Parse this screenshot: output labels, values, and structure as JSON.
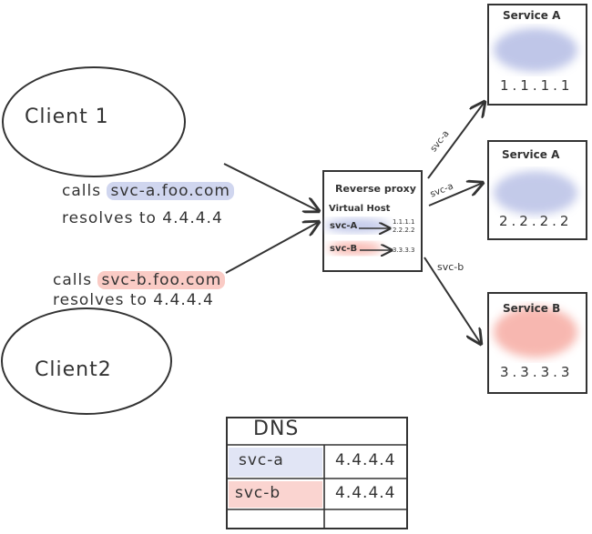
{
  "clients": [
    {
      "label": "Client 1",
      "calls_prefix": "calls",
      "host": "svc-a.foo.com",
      "resolves": "resolves to 4.4.4.4"
    },
    {
      "label": "Client2",
      "calls_prefix": "calls",
      "host": "svc-b.foo.com",
      "resolves": "resolves to 4.4.4.4"
    }
  ],
  "proxy": {
    "title": "Reverse proxy",
    "subtitle": "Virtual Host",
    "route_a": {
      "name": "svc-A",
      "target": "1.1.1.1 2.2.2.2"
    },
    "route_b": {
      "name": "svc-B",
      "target": "3.3.3.3"
    }
  },
  "edges": {
    "to_a1": "svc-a",
    "to_a2": "svc-a",
    "to_b": "svc-b"
  },
  "services": [
    {
      "name": "Service A",
      "ip": "1.1.1.1",
      "color": "#aab4e1"
    },
    {
      "name": "Service A",
      "ip": "2.2.2.2",
      "color": "#aab4e1"
    },
    {
      "name": "Service B",
      "ip": "3.3.3.3",
      "color": "#f5a096"
    }
  ],
  "dns": {
    "title": "DNS",
    "rows": [
      {
        "name": "svc-a",
        "ip": "4.4.4.4"
      },
      {
        "name": "svc-b",
        "ip": "4.4.4.4"
      }
    ]
  }
}
